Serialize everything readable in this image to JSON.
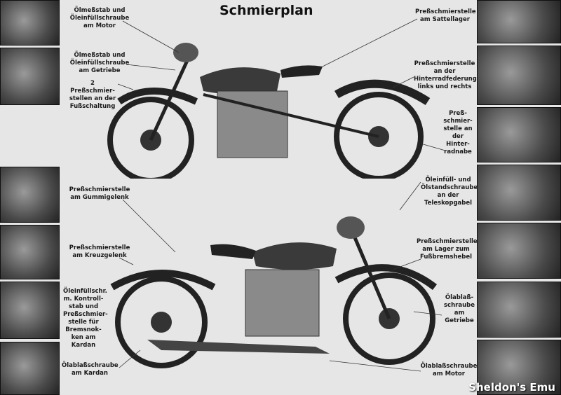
{
  "title": "Schmierplan",
  "labels_left": [
    "Ölmeßstab und Öleinfüllschraube am Motor",
    "Ölmeßstab und Öleinfüllschraube am Getriebe",
    "2 Preßschmier-stellen an der Fußschaltung",
    "Preßschmierstelle am Gummigelenk",
    "Preßschmierstelle am Kreuzgelenk",
    "Öleinfüllschr. m. Kontroll-stab und Preßschmier-stelle für Bremsnok-ken am Kardan",
    "Ölablaßschraube am Kardan"
  ],
  "labels_right": [
    "Preßschmierstelle am Sattellager",
    "Preßschmierstelle an der Hinterradfederung links und rechts",
    "Preß-schmier-stelle an der Hinter-radnabe",
    "Öleinfüll- und Ölstandschraube an der Teleskopgabel",
    "Preßschmierstelle am Lager zum Fußbremshebel",
    "Ölablaß-schraube am Getriebe",
    "Ölablaßschraube am Motor"
  ],
  "watermark": "Sheldon's Emu"
}
